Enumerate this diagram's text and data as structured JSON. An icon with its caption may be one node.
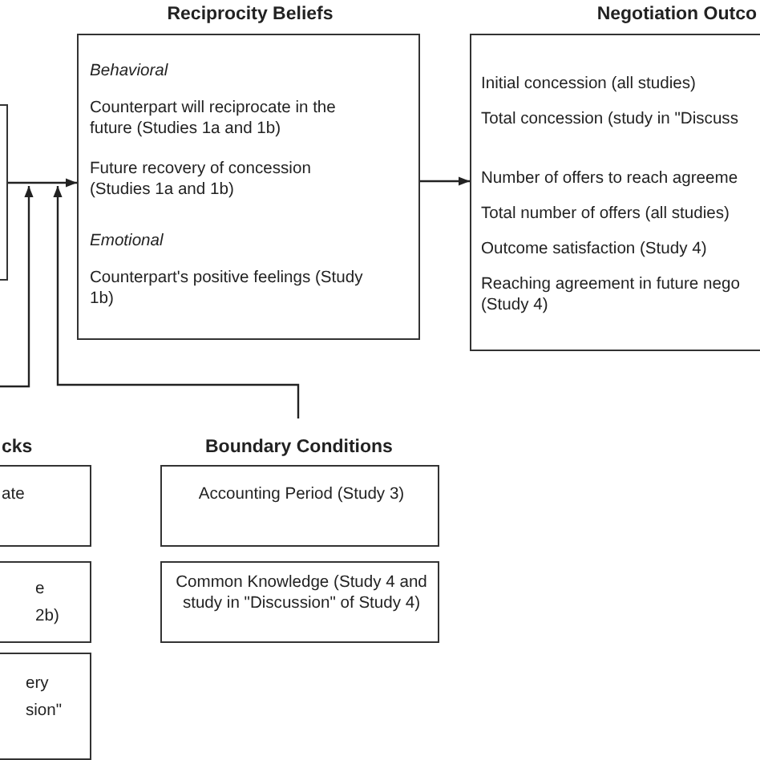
{
  "diagram": {
    "nodes": [
      {
        "text": [],
        "shape": "box"
      },
      {
        "text": [
          "Reciprocity Beliefs",
          "Behavioral",
          "Counterpart will reciprocate in the future (Studies 1a and 1b)",
          "Future recovery of concession (Studies 1a and 1b)",
          "Emotional",
          "Counterpart's positive feelings (Study 1b)"
        ]
      },
      {
        "text": [
          "Negotiation Outco",
          "Initial concession (all studies)",
          "Total concession (study in \"Discuss",
          "Number of offers to reach agreeme",
          "Total number of offers (all studies)",
          "Outcome satisfaction (Study 4)",
          "Reaching agreement in future nego (Study 4)"
        ]
      },
      {
        "text": [
          "cks"
        ]
      },
      {
        "text": [
          "ate"
        ]
      },
      {
        "text": [
          "e 2b)"
        ]
      },
      {
        "text": [
          "ery sion\""
        ]
      },
      {
        "text": [
          "Boundary Conditions"
        ]
      },
      {
        "text": [
          "Accounting Period (Study 3)"
        ]
      },
      {
        "text": [
          "Common Knowledge (Study 4 and study in \"Discussion\" of Study 4)"
        ]
      }
    ],
    "edges": [
      {
        "from": 0,
        "to": 1,
        "arrow": "to"
      },
      {
        "from": 1,
        "to": 2,
        "arrow": "to"
      },
      {
        "from": 3,
        "to": 0,
        "arrow": "to"
      },
      {
        "from": 7,
        "to": 1,
        "arrow": "to"
      }
    ]
  }
}
